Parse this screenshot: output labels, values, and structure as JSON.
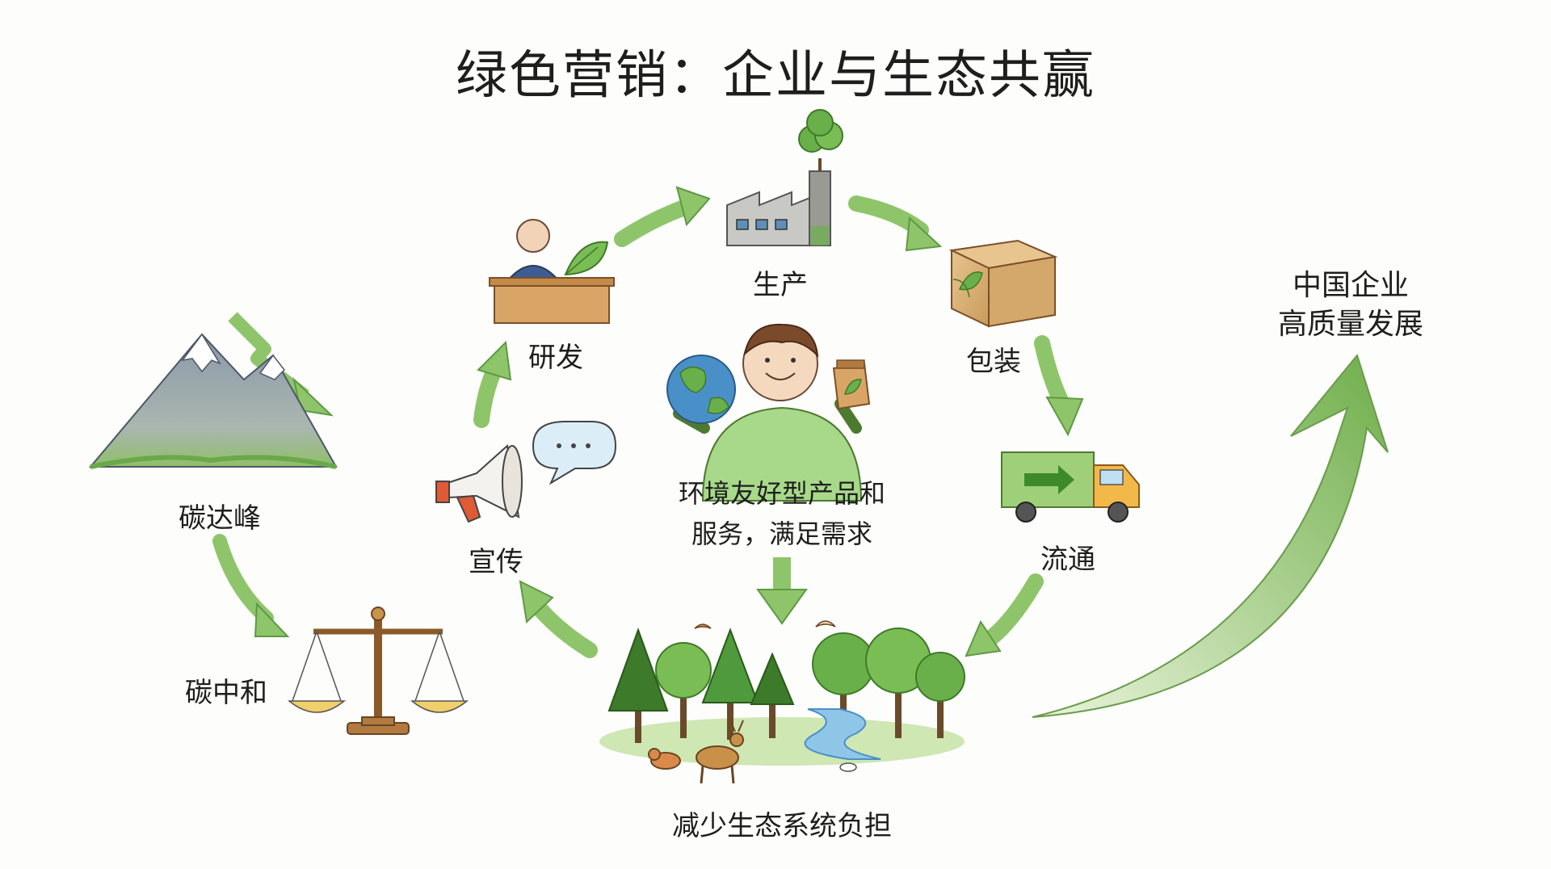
{
  "title": "绿色营销：企业与生态共赢",
  "cycle": {
    "research": "研发",
    "production": "生产",
    "packaging": "包装",
    "logistics": "流通",
    "promotion": "宣传",
    "center_line1": "环境友好型产品和",
    "center_line2": "服务，满足需求",
    "ecology": "减少生态系统负担"
  },
  "carbon": {
    "peak": "碳达峰",
    "neutral": "碳中和"
  },
  "goal": {
    "line1": "中国企业",
    "line2": "高质量发展"
  },
  "colors": {
    "arrow": "#8fc56a",
    "arrow_dark": "#5e9a44",
    "tree": "#4f9a3c",
    "sky_blue": "#4a90c8",
    "orange": "#e48a3c"
  }
}
